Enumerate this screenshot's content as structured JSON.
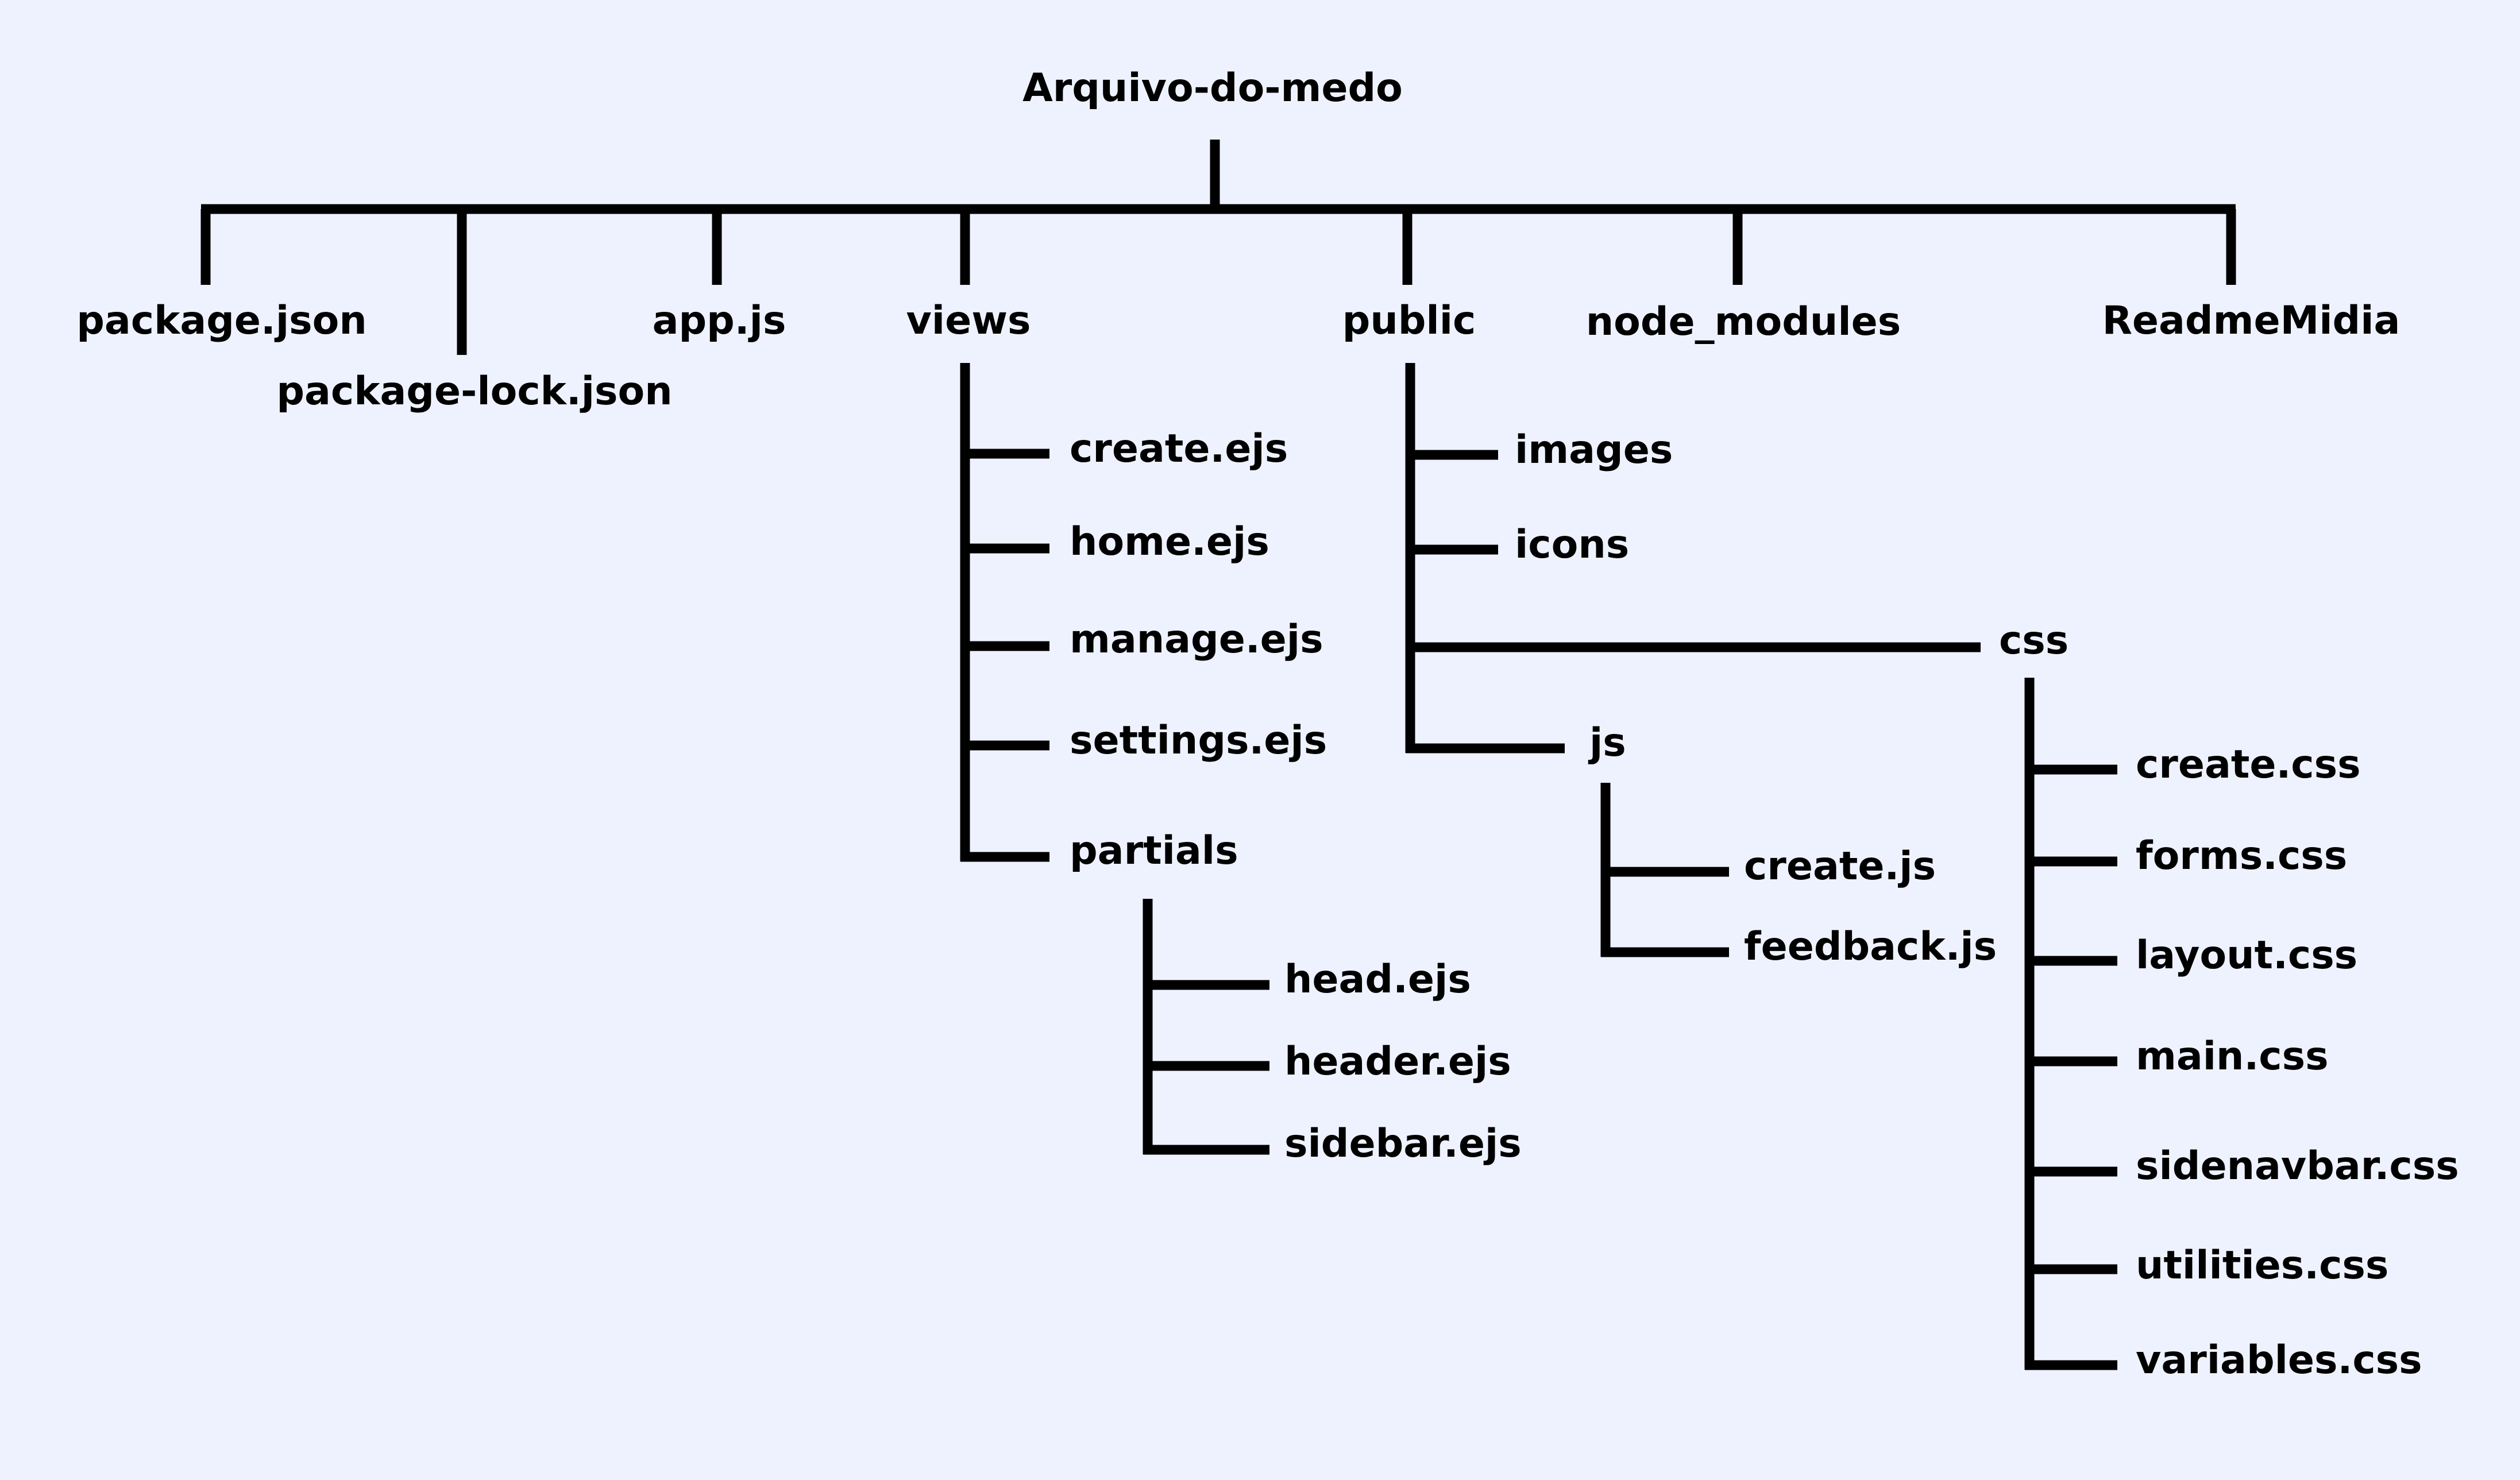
{
  "diagram": {
    "type": "file-tree",
    "colors": {
      "background": "#eef2fe",
      "line": "#000000",
      "text": "#000000"
    },
    "root": {
      "label": "Arquivo-do-medo"
    },
    "top_level": [
      {
        "label": "package.json"
      },
      {
        "label": "package-lock.json"
      },
      {
        "label": "app.js"
      },
      {
        "label": "views"
      },
      {
        "label": "public"
      },
      {
        "label": "node_modules"
      },
      {
        "label": "ReadmeMidia"
      }
    ],
    "views_children": [
      {
        "label": "create.ejs"
      },
      {
        "label": "home.ejs"
      },
      {
        "label": "manage.ejs"
      },
      {
        "label": "settings.ejs"
      },
      {
        "label": "partials"
      }
    ],
    "partials_children": [
      {
        "label": "head.ejs"
      },
      {
        "label": "header.ejs"
      },
      {
        "label": "sidebar.ejs"
      }
    ],
    "public_children": [
      {
        "label": "images"
      },
      {
        "label": "icons"
      },
      {
        "label": "css"
      },
      {
        "label": "js"
      }
    ],
    "js_children": [
      {
        "label": "create.js"
      },
      {
        "label": "feedback.js"
      }
    ],
    "css_children": [
      {
        "label": "create.css"
      },
      {
        "label": "forms.css"
      },
      {
        "label": "layout.css"
      },
      {
        "label": "main.css"
      },
      {
        "label": "sidenavbar.css"
      },
      {
        "label": "utilities.css"
      },
      {
        "label": "variables.css"
      }
    ]
  }
}
